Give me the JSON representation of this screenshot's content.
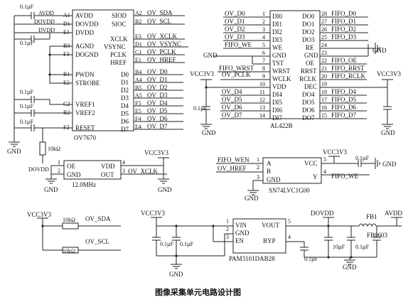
{
  "caption": "图像采集单元电路设计图",
  "labels": {
    "gnd": "GND",
    "vcc3v3": "VCC3V3",
    "dovdd": "DOVDD",
    "avdd": "AVDD"
  },
  "ov7670": {
    "part": "OV7670",
    "left_pins": [
      "AVDD",
      "DOVDD",
      "DVDD",
      "AGND",
      "DOGND",
      "PWDN",
      "STROBE",
      "VREF1",
      "VREF2",
      "RESET"
    ],
    "left_nums": [
      "A1",
      "D1",
      "E1",
      "B3",
      "F3",
      "B1",
      "E2",
      "C2",
      "B2",
      "F2"
    ],
    "right_pins": [
      "SIOD",
      "SIOC",
      "XCLK",
      "VSYNC",
      "PCLK",
      "HREF",
      "D0",
      "D1",
      "D2",
      "D3",
      "D4",
      "D5",
      "D6",
      "D7"
    ],
    "right_nums": [
      "A2",
      "B2",
      "E3",
      "D1",
      "C1",
      "E1",
      "B4",
      "A4",
      "B5",
      "A5",
      "F5",
      "E5",
      "F4",
      "E4"
    ],
    "right_nets": [
      "OV_SDA",
      "OV_SCL",
      "OV_XCLK",
      "OV_VSYNC",
      "OV_PCLK",
      "OV_HREF",
      "OV_D0",
      "OV_D1",
      "OV_D2",
      "OV_D3",
      "OV_D4",
      "OV_D5",
      "OV_D6",
      "OV_D7"
    ],
    "power_labels": [
      "AVDD",
      "DOVDD",
      "DVDD"
    ],
    "cap_label": "0.1µF",
    "reset_resistor": "10kΩ"
  },
  "oscillator": {
    "pins": [
      "OE",
      "GND",
      "VDD",
      "OUT"
    ],
    "nums": [
      "1",
      "2",
      "4",
      "3"
    ],
    "freq": "12.0MHz",
    "net_out": "OV_XCLK"
  },
  "al422b": {
    "part": "AL422B",
    "left_pins": [
      "DI0",
      "DI1",
      "DI2",
      "DI3",
      "WE",
      "GND",
      "TST",
      "WRST",
      "WCLK",
      "VDD",
      "DI4",
      "DI5",
      "DI6",
      "DI7"
    ],
    "left_nums": [
      "1",
      "2",
      "3",
      "4",
      "5",
      "6",
      "7",
      "8",
      "9",
      "10",
      "11",
      "12",
      "13",
      "14"
    ],
    "left_nets": [
      "OV_D0",
      "OV_D1",
      "OV_D2",
      "OV_D3",
      "FIFO_WE",
      "FIFO_WRST",
      "OV_PCLK",
      "OV_D4",
      "OV_D5",
      "OV_D6",
      "OV_D7"
    ],
    "right_pins": [
      "DO0",
      "DO1",
      "DO2",
      "DO3",
      "RE",
      "GND",
      "OE",
      "RRST",
      "RCLK",
      "DEC",
      "DO4",
      "DO5",
      "DO6",
      "DO7"
    ],
    "right_nums": [
      "28",
      "27",
      "26",
      "25",
      "24",
      "23",
      "22",
      "21",
      "20",
      "19",
      "18",
      "17",
      "16",
      "15"
    ],
    "right_nets": [
      "FIFO_D0",
      "FIFO_D1",
      "FIFO_D2",
      "FIFO_D3",
      "FIFO_OE",
      "FIFO_RRST",
      "FIFO_RCLK",
      "FIFO_D4",
      "FIFO_D5",
      "FIFO_D6",
      "FIFO_D7"
    ],
    "cap_label": "0.1µF"
  },
  "nand": {
    "part": "SN74LVC1G00",
    "pins": [
      "A",
      "B",
      "GND",
      "VCC",
      "Y"
    ],
    "nums": [
      "1",
      "2",
      "3",
      "5",
      "4"
    ],
    "nets": [
      "FIFO_WEN",
      "OV_HREF",
      "FIFO_WE"
    ],
    "cap_label": "0.1µF"
  },
  "pullups": {
    "r_value": "10kΩ",
    "nets": [
      "OV_SDA",
      "OV_SCL"
    ]
  },
  "ldo": {
    "part": "PAM3101DAB28",
    "pins": [
      "VIN",
      "GND",
      "EN",
      "VOUT",
      "BYP"
    ],
    "nums": [
      "1",
      "2",
      "3",
      "5",
      "4"
    ],
    "caps": [
      "0.1µF",
      "0.1µF",
      "0.1µF",
      "10µF",
      "0.1µF"
    ],
    "ferrite_ref": "FB1",
    "ferrite_part": "FB0603"
  }
}
